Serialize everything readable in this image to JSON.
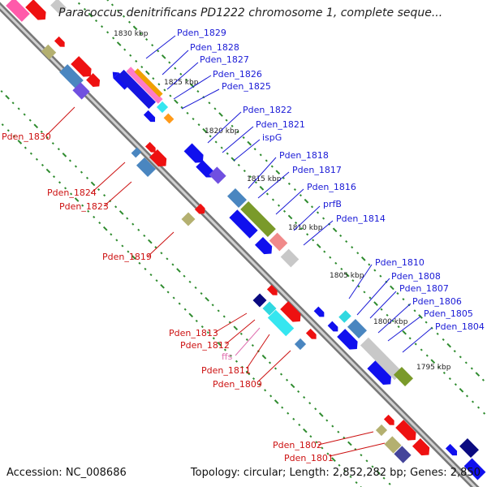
{
  "title": "Paracoccus denitrificans PD1222 chromosome 1, complete seque...",
  "footer": {
    "accession": "Accession: NC_008686",
    "summary": "Topology: circular; Length: 2,852,282 bp; Genes: 2,850"
  },
  "colors": {
    "backbone": "#8a8a8a",
    "tick_dots": "#2e8b2e",
    "label_blue": "#1a1ad6",
    "label_red": "#cc1111",
    "label_pink": "#e070b0"
  },
  "kbp_ticks": [
    "1830 kbp",
    "1825 kbp",
    "1820 kbp",
    "1815 kbp",
    "1810 kbp",
    "1805 kbp",
    "1800 kbp",
    "1795 kbp"
  ],
  "right_labels": [
    "Pden_1829",
    "Pden_1828",
    "Pden_1827",
    "Pden_1826",
    "Pden_1825",
    "Pden_1822",
    "Pden_1821",
    "ispG",
    "Pden_1818",
    "Pden_1817",
    "Pden_1816",
    "prfB",
    "Pden_1814",
    "Pden_1810",
    "Pden_1808",
    "Pden_1807",
    "Pden_1806",
    "Pden_1805",
    "Pden_1804"
  ],
  "left_labels": [
    "Pden_1830",
    "Pden_1824",
    "Pden_1823",
    "Pden_1819",
    "Pden_1813",
    "Pden_1812",
    "ffs",
    "Pden_1811",
    "Pden_1809",
    "Pden_1802",
    "Pden_1801"
  ]
}
